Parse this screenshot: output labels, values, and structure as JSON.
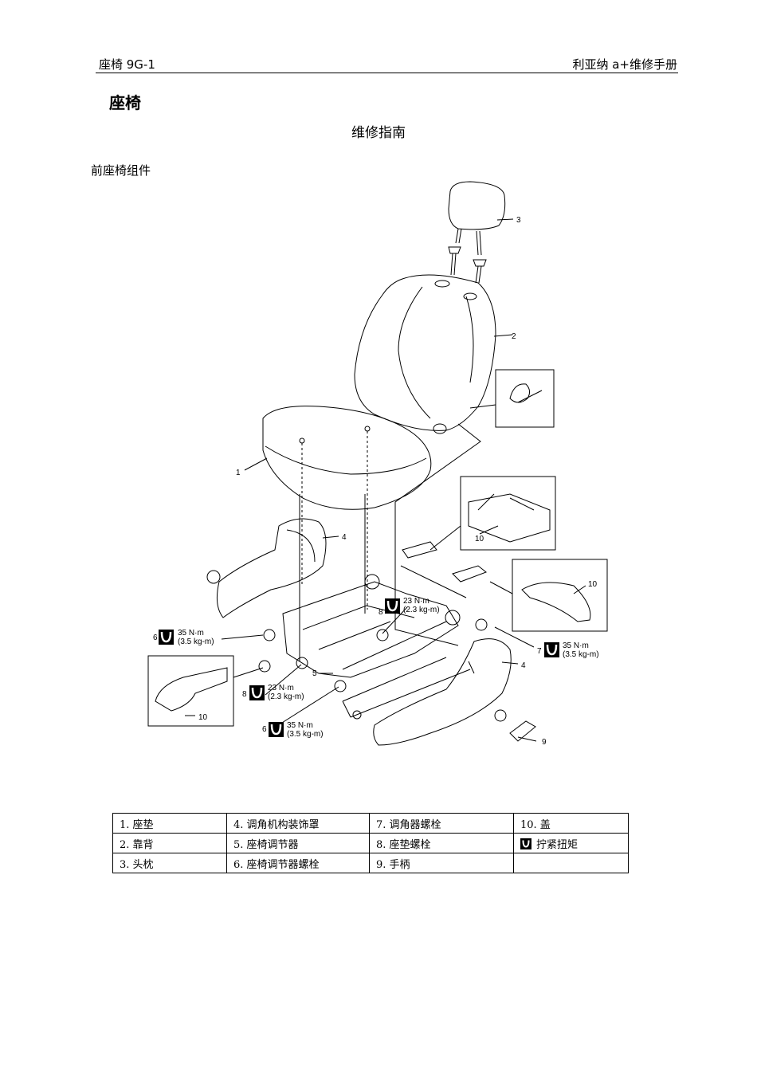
{
  "header": {
    "left": "座椅 9G-1",
    "right": "利亚纳 a+维修手册"
  },
  "section_title": "座椅",
  "center_title": "维修指南",
  "sub_title": "前座椅组件",
  "figure": {
    "callouts": [
      "1",
      "2",
      "3",
      "4",
      "4",
      "5",
      "6",
      "6",
      "7",
      "8",
      "8",
      "9",
      "10",
      "10",
      "10"
    ],
    "torque_labels": [
      {
        "id": "6",
        "nm": "35 N·m",
        "kgm": "(3.5 kg-m)"
      },
      {
        "id": "8",
        "nm": "23 N·m",
        "kgm": "(2.3 kg-m)"
      },
      {
        "id": "7",
        "nm": "35 N·m",
        "kgm": "(3.5 kg-m)"
      },
      {
        "id": "8",
        "nm": "23 N·m",
        "kgm": "(2.3 kg-m)"
      },
      {
        "id": "6",
        "nm": "35 N·m",
        "kgm": "(3.5 kg-m)"
      }
    ]
  },
  "legend": [
    [
      "1. 座垫",
      "4. 调角机构装饰罩",
      "7. 调角器螺栓",
      "10. 盖"
    ],
    [
      "2. 靠背",
      "5. 座椅调节器",
      "8. 座垫螺栓",
      "拧紧扭矩"
    ],
    [
      "3. 头枕",
      "6. 座椅调节器螺栓",
      "9. 手柄",
      ""
    ]
  ]
}
